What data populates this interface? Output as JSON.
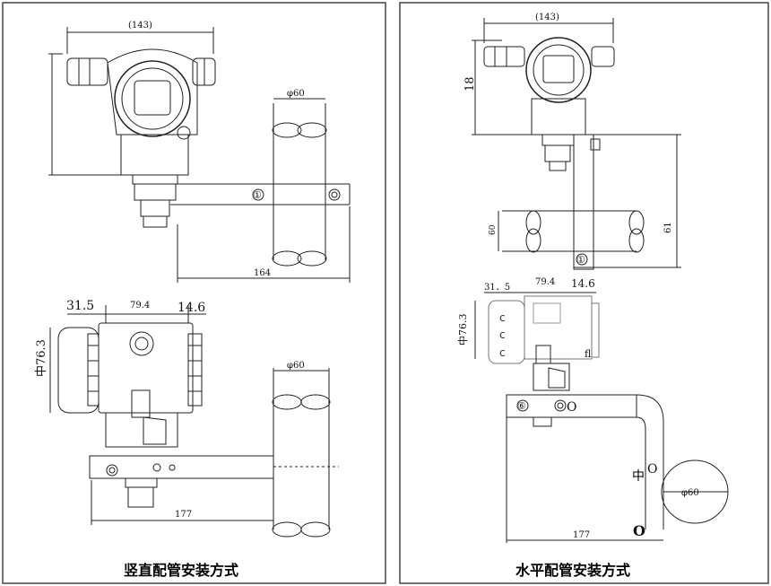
{
  "left_panel": {
    "caption": "竖直配管安装方式",
    "top_view": {
      "width_dim": "(143)",
      "pipe_dia": "φ60",
      "bracket_len": "164",
      "callout": "①"
    },
    "bottom_view": {
      "offset_a": "31.5",
      "center_dist": "79.4",
      "offset_b": "14.6",
      "body_dia": "中76.3",
      "pipe_dia": "φ60",
      "bracket_len": "177"
    }
  },
  "right_panel": {
    "caption": "水平配管安装方式",
    "top_view": {
      "width_dim": "(143)",
      "height_dim": "18",
      "pipe_h": "60",
      "total_h": "61",
      "callout": "①"
    },
    "bottom_view": {
      "offset_a": "31．5",
      "center_dist": "79.4",
      "offset_b": "14.6",
      "body_dia": "中76.3",
      "side_label": "fl",
      "callout": "⑥",
      "bolt_mark": "O",
      "center_mark": "中",
      "center_o": "O",
      "bottom_o": "O",
      "pipe_dia": "φ60",
      "bracket_len": "177"
    }
  }
}
